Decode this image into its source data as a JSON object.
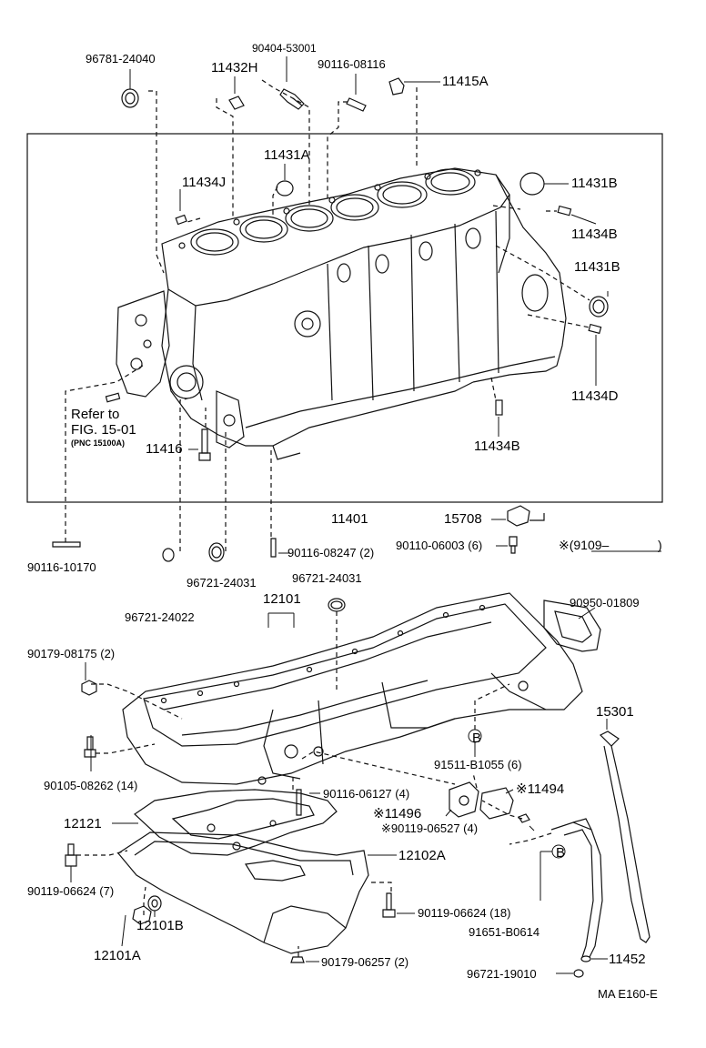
{
  "diagram": {
    "refer_to": [
      "Refer to",
      "FIG. 15-01",
      "(PNC 15100A)"
    ],
    "drawing_code": "MA E160-E",
    "parts": {
      "p96781_24040": "96781-24040",
      "p90404_53001": "90404-53001",
      "p11432H": "11432H",
      "p90116_08116": "90116-08116",
      "p11415A": "11415A",
      "p11431A": "11431A",
      "p11434J": "11434J",
      "p11431B_top": "11431B",
      "p11434B_top": "11434B",
      "p11431B_mid": "11431B",
      "p11434D": "11434D",
      "p11434B_bot": "11434B",
      "p11416": "11416",
      "p11401": "11401",
      "p15708": "15708",
      "p90116_10170": "90116-10170",
      "p90116_08247": "90116-08247 (2)",
      "p90110_06003": "90110-06003 (6)",
      "p9109": "※(9109–",
      "p9109_close": ")",
      "p96721_24031_a": "96721-24031",
      "p96721_24031_b": "96721-24031",
      "p96721_24022": "96721-24022",
      "p12101": "12101",
      "p90950_01809": "90950-01809",
      "p90179_08175": "90179-08175 (2)",
      "p15301": "15301",
      "p90105_08262": "90105-08262 (14)",
      "p91511_B1055": "91511-B1055 (6)",
      "p90116_06127": "90116-06127 (4)",
      "p11494": "※11494",
      "p11496": "※11496",
      "p90119_06527": "※90119-06527 (4)",
      "p12121": "12121",
      "p12102A": "12102A",
      "p90119_06624_7": "90119-06624 (7)",
      "p90119_06624_18": "90119-06624 (18)",
      "p91651_B0614": "91651-B0614",
      "p12101B": "12101B",
      "p12101A": "12101A",
      "p11452": "11452",
      "p90179_06257": "90179-06257 (2)",
      "p96721_19010": "96721-19010"
    },
    "markers": {
      "b1": "B",
      "b2": "B"
    }
  }
}
